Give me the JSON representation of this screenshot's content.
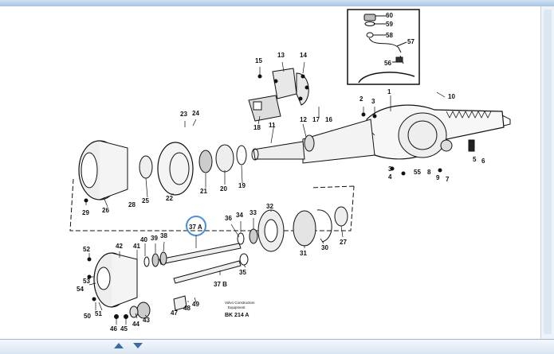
{
  "figure": {
    "labels": [
      {
        "id": "60",
        "text": "60"
      },
      {
        "id": "59",
        "text": "59"
      },
      {
        "id": "58",
        "text": "58"
      },
      {
        "id": "57",
        "text": "57"
      },
      {
        "id": "56",
        "text": "56"
      },
      {
        "id": "15",
        "text": "15"
      },
      {
        "id": "13",
        "text": "13"
      },
      {
        "id": "14",
        "text": "14"
      },
      {
        "id": "2",
        "text": "2"
      },
      {
        "id": "3a",
        "text": "3"
      },
      {
        "id": "1",
        "text": "1"
      },
      {
        "id": "10",
        "text": "10"
      },
      {
        "id": "23",
        "text": "23"
      },
      {
        "id": "24",
        "text": "24"
      },
      {
        "id": "18",
        "text": "18"
      },
      {
        "id": "11",
        "text": "11"
      },
      {
        "id": "12",
        "text": "12"
      },
      {
        "id": "17",
        "text": "17"
      },
      {
        "id": "16",
        "text": "16"
      },
      {
        "id": "3b",
        "text": "3"
      },
      {
        "id": "4",
        "text": "4"
      },
      {
        "id": "55",
        "text": "55"
      },
      {
        "id": "8",
        "text": "8"
      },
      {
        "id": "9",
        "text": "9"
      },
      {
        "id": "7",
        "text": "7"
      },
      {
        "id": "5",
        "text": "5"
      },
      {
        "id": "6",
        "text": "6"
      },
      {
        "id": "29",
        "text": "29"
      },
      {
        "id": "26",
        "text": "26"
      },
      {
        "id": "25",
        "text": "25"
      },
      {
        "id": "28",
        "text": "28"
      },
      {
        "id": "22",
        "text": "22"
      },
      {
        "id": "21",
        "text": "21"
      },
      {
        "id": "20",
        "text": "20"
      },
      {
        "id": "19",
        "text": "19"
      },
      {
        "id": "36",
        "text": "36"
      },
      {
        "id": "34",
        "text": "34"
      },
      {
        "id": "33",
        "text": "33"
      },
      {
        "id": "32",
        "text": "32"
      },
      {
        "id": "37a",
        "text": "37 A"
      },
      {
        "id": "27",
        "text": "27"
      },
      {
        "id": "30",
        "text": "30"
      },
      {
        "id": "31",
        "text": "31"
      },
      {
        "id": "52",
        "text": "52"
      },
      {
        "id": "42",
        "text": "42"
      },
      {
        "id": "40",
        "text": "40"
      },
      {
        "id": "39",
        "text": "39"
      },
      {
        "id": "38",
        "text": "38"
      },
      {
        "id": "41",
        "text": "41"
      },
      {
        "id": "53",
        "text": "53"
      },
      {
        "id": "54",
        "text": "54"
      },
      {
        "id": "37b",
        "text": "37 B"
      },
      {
        "id": "35",
        "text": "35"
      },
      {
        "id": "47",
        "text": "47"
      },
      {
        "id": "48",
        "text": "48"
      },
      {
        "id": "49",
        "text": "49"
      },
      {
        "id": "50",
        "text": "50"
      },
      {
        "id": "51",
        "text": "51"
      },
      {
        "id": "46",
        "text": "46"
      },
      {
        "id": "45",
        "text": "45"
      },
      {
        "id": "44",
        "text": "44"
      },
      {
        "id": "43",
        "text": "43"
      }
    ],
    "caption_line1": "Volvo Construction",
    "caption_line2": "Equipment",
    "drawing_ref": "BK 214 A",
    "highlighted_part": "37 A",
    "highlight_color": "#4a90d9"
  }
}
